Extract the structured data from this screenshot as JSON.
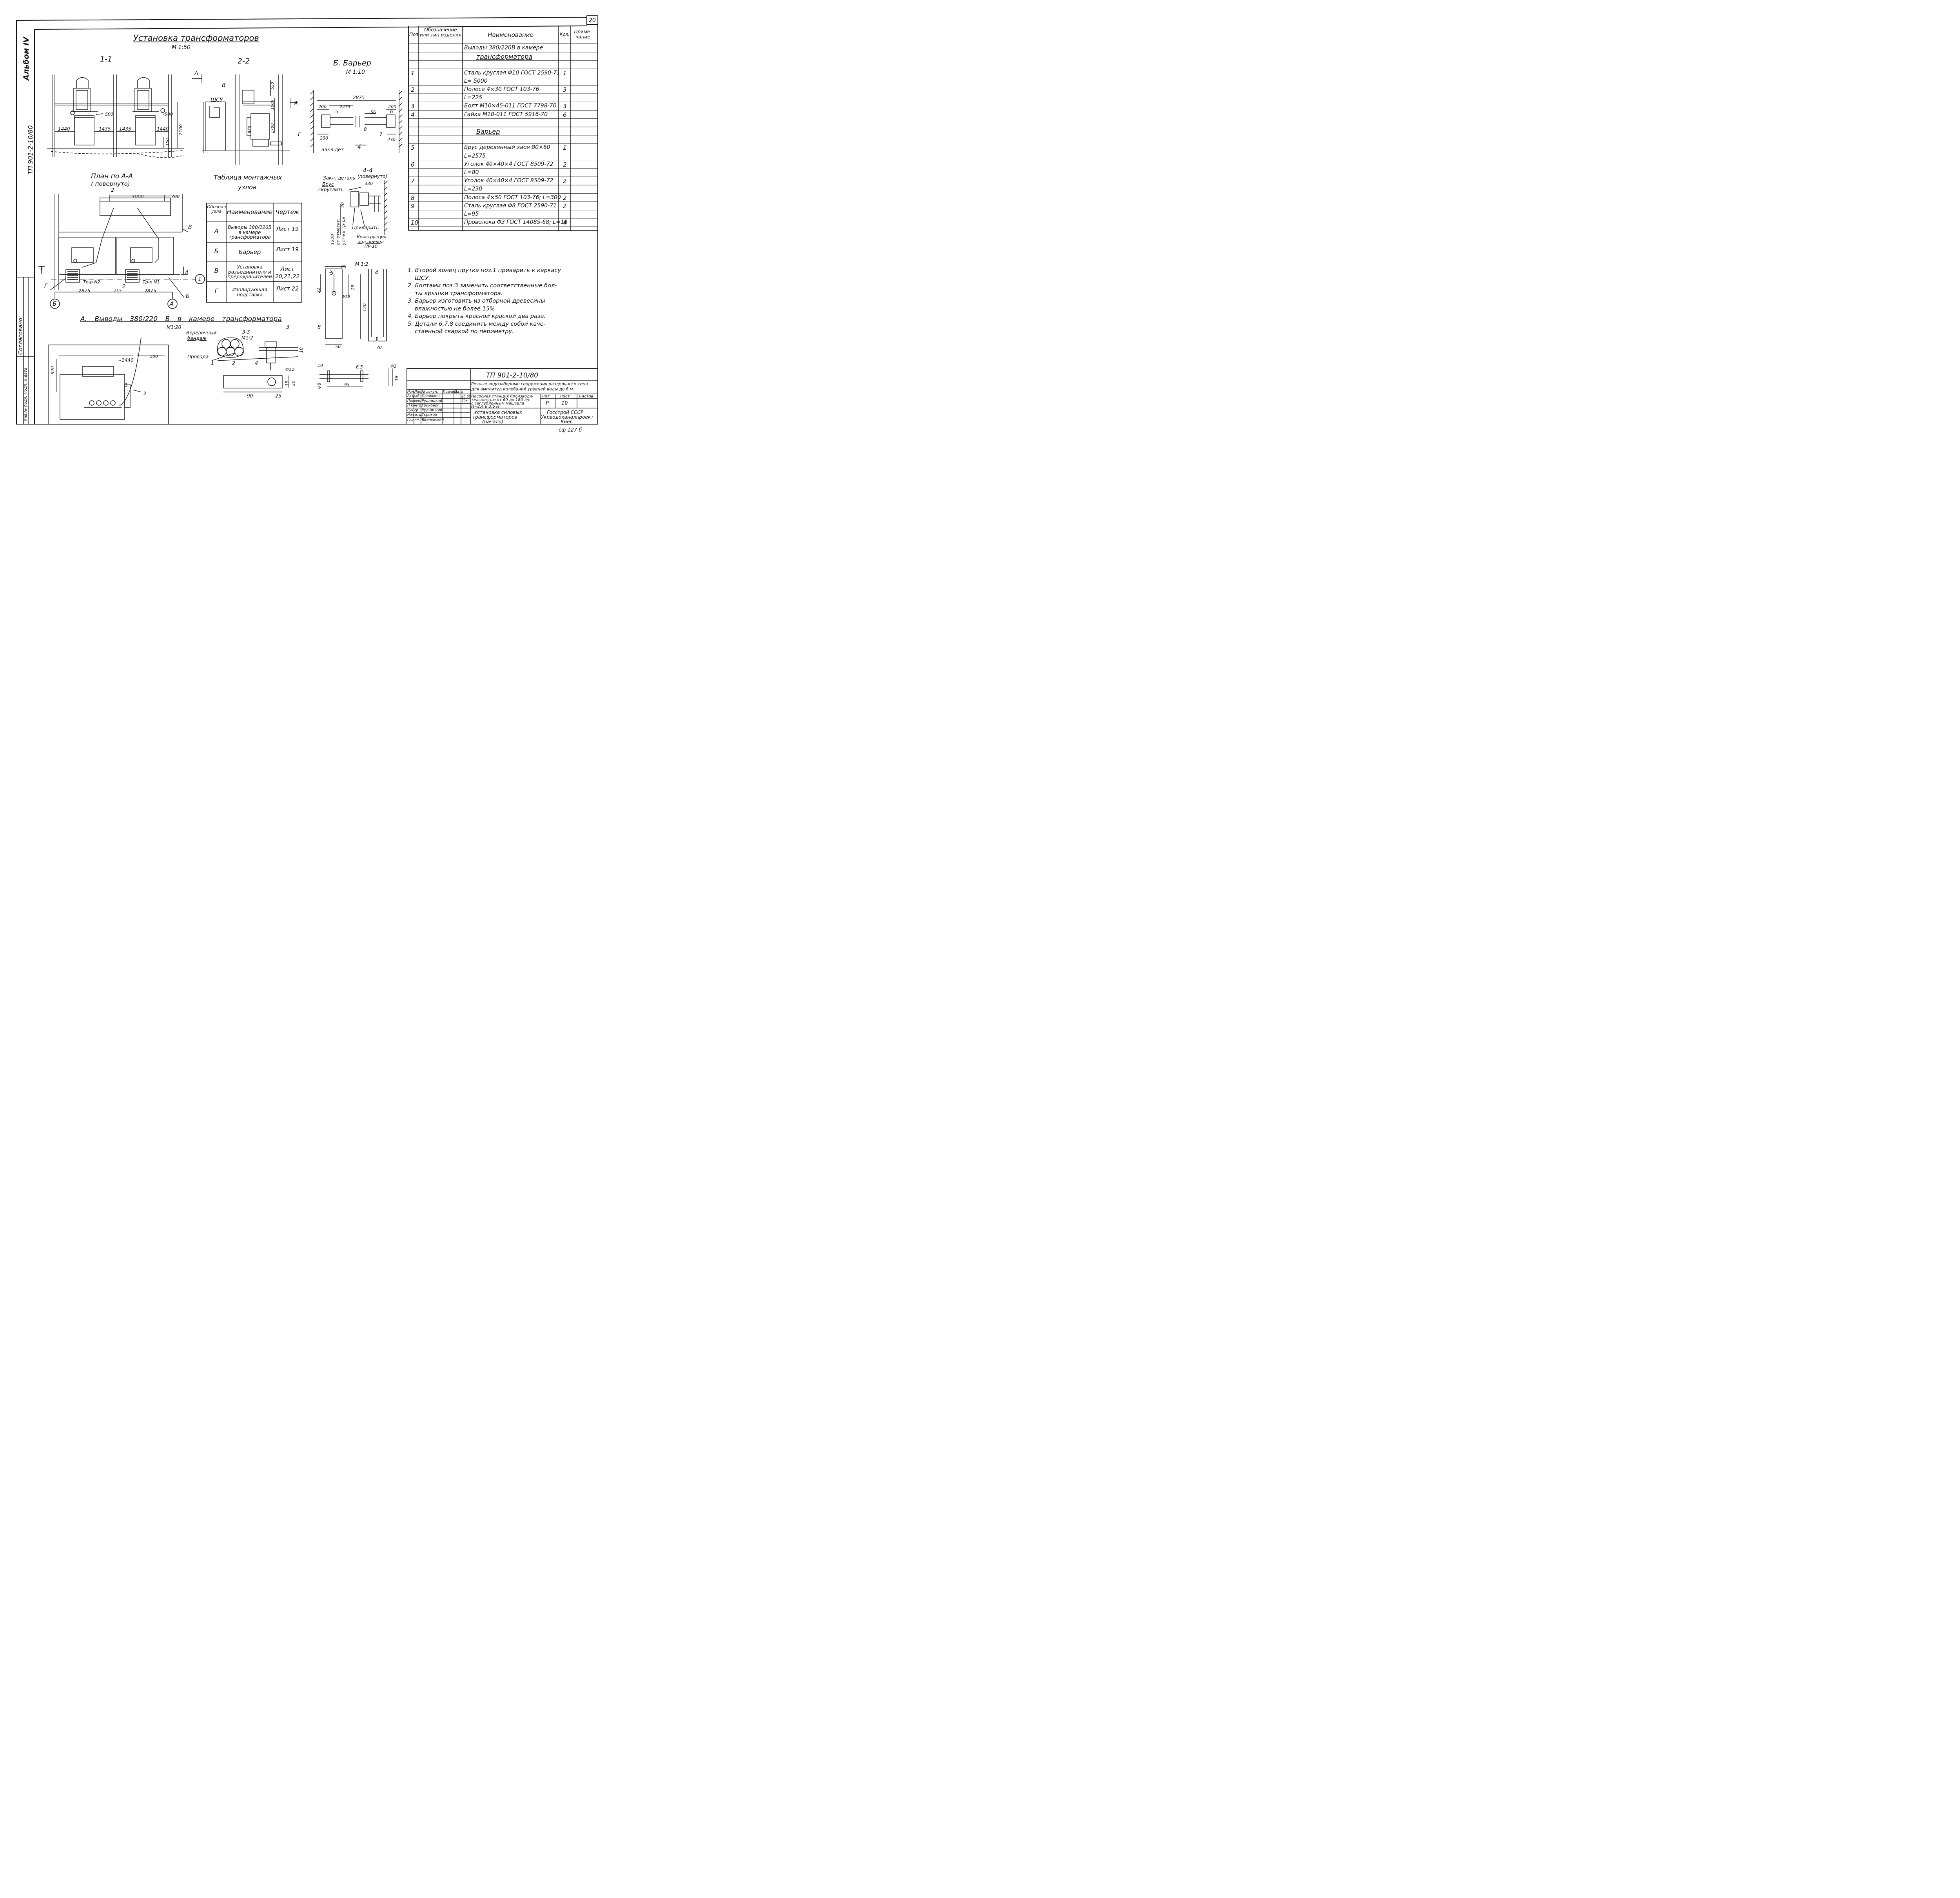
{
  "sheet": {
    "page_number": "20",
    "album": "Альбом IV",
    "side_code": "ТП 901-2-10/80",
    "footer_mark": "сф 127 б"
  },
  "views": {
    "main_title": "Установка трансформаторов",
    "main_scale": "М 1:50",
    "sec11": "1-1",
    "sec22": "2-2",
    "barrier_title": "Б. Барьер",
    "barrier_scale": "М 1:10",
    "plan_title": "План по А-А",
    "plan_sub": "( повернуто)",
    "sec44": "4-4",
    "sec44_sub": "(повернуто)",
    "outputs_title": "А. Выводы 380/220 В в камере трансформатора",
    "outputs_scale": "М1:20",
    "mount_title_1": "Таблица монтажных",
    "mount_title_2": "узлов",
    "detail_scale": "М 1:2",
    "sec33": "3-3",
    "sec33_scale": "М1:2"
  },
  "labels": {
    "a_arrow": "А",
    "scsu": "ЩСУ",
    "v": "В",
    "g": "Г",
    "b": "Б",
    "zakl_det": "Закл.дет",
    "zakl_detal": "Закл. деталь",
    "brus": "Брус",
    "skruglit": "скруглить",
    "privarit": "Приварить",
    "konstr1": "Конструкция",
    "konstr2": "под привод",
    "konstr3": "ПР-10",
    "otmetka1": "1220",
    "otmetka2": "от отметки",
    "otmetka3": "уст-ки тр-ра",
    "tr1": "Тр-р N2",
    "tr2": "Тр-р N1",
    "axis1": "1",
    "axisB": "Б",
    "axisA": "А",
    "verevochny1": "Веревочный",
    "verevochny2": "бандаж",
    "provoda": "Провода",
    "one": "1",
    "two": "2",
    "three": "3",
    "four": "4",
    "five": "5",
    "six": "6",
    "seven": "7",
    "eight": "8",
    "soglasovano": "Согласовано:",
    "inv": "Инв.№ подл.  Подп. и дата"
  },
  "dims": {
    "d500a": "500",
    "d500b": "500",
    "d1440a": "1440",
    "d1435a": "1435",
    "d1435b": "1435",
    "d1440b": "1440",
    "d2100": "2100",
    "d150": "150",
    "d550": "550",
    "d1000": "1000",
    "d1700": "1700",
    "d920": "920",
    "d2875": "2875",
    "d200a": "200",
    "d2475": "2475",
    "d200b": "200",
    "d56": "56",
    "d230a": "230",
    "d230b": "230",
    "d3000": "3000",
    "d700": "700",
    "d2875a": "2875",
    "d250": "250",
    "d2875b": "2875",
    "d330": "330",
    "d20": "20",
    "d85": "85",
    "d5": "5",
    "d22": "22",
    "d25": "25",
    "d120": "120",
    "d50": "50",
    "d70": "70",
    "dphi10": "Φ10",
    "d10": "10",
    "d65": "6.5",
    "dphi3": "Φ3",
    "d18": "18",
    "d95": "95",
    "dphi8": "Φ8",
    "d1440c": "~1440",
    "d500c": "500",
    "d920b": "920",
    "dphi12": "Φ12",
    "d90": "90",
    "d25b": "25",
    "d15": "15",
    "d30": "30",
    "d10b": "10"
  },
  "spec": {
    "headers": [
      "Поз",
      "Обозначение или тип изделия",
      "Наименование",
      "Кол.",
      "Приме-чание"
    ],
    "rows": [
      {
        "pos": "",
        "name": "Выводы 380/220В в камере",
        "qty": ""
      },
      {
        "pos": "",
        "name": "трансформатора",
        "qty": ""
      },
      {
        "pos": "",
        "name": "",
        "qty": ""
      },
      {
        "pos": "1",
        "name": "Сталь круглая Φ10 ГОСТ 2590-71",
        "qty": "1"
      },
      {
        "pos": "",
        "name": "L= 5000",
        "qty": ""
      },
      {
        "pos": "2",
        "name": "Полоса 4×30 ГОСТ 103-76",
        "qty": "3"
      },
      {
        "pos": "",
        "name": "L=225",
        "qty": ""
      },
      {
        "pos": "3",
        "name": "Болт М10×45-011 ГОСТ 7798-70",
        "qty": "3"
      },
      {
        "pos": "4",
        "name": "Гайка М10-011 ГОСТ 5916-70",
        "qty": "6"
      },
      {
        "pos": "",
        "name": "",
        "qty": ""
      },
      {
        "pos": "",
        "name": "Барьер",
        "qty": ""
      },
      {
        "pos": "",
        "name": "",
        "qty": ""
      },
      {
        "pos": "5",
        "name": "Брус деревянный хвоя 80×60",
        "qty": "1"
      },
      {
        "pos": "",
        "name": "L=2575",
        "qty": ""
      },
      {
        "pos": "6",
        "name": "Уголок 40×40×4 ГОСТ 8509-72",
        "qty": "2"
      },
      {
        "pos": "",
        "name": "L=80",
        "qty": ""
      },
      {
        "pos": "7",
        "name": "Уголок 40×40×4 ГОСТ 8509-72",
        "qty": "2"
      },
      {
        "pos": "",
        "name": "L=230",
        "qty": ""
      },
      {
        "pos": "8",
        "name": "Полоса 4×50 ГОСТ 103-76; L=300",
        "qty": "2"
      },
      {
        "pos": "9",
        "name": "Сталь круглая Φ8 ГОСТ 2590-71",
        "qty": "2"
      },
      {
        "pos": "",
        "name": "L=95",
        "qty": ""
      },
      {
        "pos": "10",
        "name": "Проволока Φ3 ГОСТ 14085-68; L=18",
        "qty": "4"
      }
    ]
  },
  "mount_table": {
    "headers": [
      "Обознач. узла",
      "Наименование",
      "Чертеж"
    ],
    "rows": [
      {
        "code": "А",
        "name": "Выводы 380/220В в камере трансформатора",
        "drawing": "Лист 19"
      },
      {
        "code": "Б",
        "name": "Барьер",
        "drawing": "Лист 19"
      },
      {
        "code": "В",
        "name": "Установка разъединителя и предохранителей",
        "drawing": "Лист 20,21,22"
      },
      {
        "code": "Г",
        "name": "Изолирующая подставка",
        "drawing": "Лист 22"
      }
    ]
  },
  "notes": [
    "1. Второй конец прутка поз.1 приварить к каркасу",
    "ЩСУ.",
    "2. Болтами поз.3 заменить соответственные бол-",
    "ты крышки трансформатора.",
    "3. Барьер изготовить из отборной древесины",
    "влажностью не более 15%",
    "4. Барьер покрыть красной краской два раза.",
    "5. Детали 6,7,8 соединить между собой каче-",
    "ственной сваркой по периметру."
  ],
  "stamp": {
    "code": "ТП 901-2-10/80",
    "object1": "Речные водозаборные сооружения раздельного типа",
    "object2": "для амплитуд колебаний уровней воды до 6 м.",
    "station1": "Насосная станция производи-",
    "station2": "тельностью от 60 до 180 л/с",
    "station3": "с заглубленным машзала",
    "station4": "Н=2,4 и 3,6 м",
    "sheet_title1": "Установка силовых",
    "sheet_title2": "трансформаторов",
    "sheet_title3": "(начало)",
    "stage_h": "Лит",
    "sheet_h": "Лист",
    "sheets_h": "Листов",
    "stage": "Р",
    "sheet": "19",
    "org1": "Госстрой СССР",
    "org2": "Укрводоканалпроект",
    "org3": "Киев",
    "col_heads": [
      "Изм",
      "Лист",
      "№ докум.",
      "Подпись",
      "Дата"
    ],
    "people": [
      {
        "role": "Разраб.",
        "name": "Павлович"
      },
      {
        "role": "Провер.",
        "name": "Рудницкий"
      },
      {
        "role": "Н.контр.",
        "name": "Гринберг"
      },
      {
        "role": "Рук.гр.",
        "name": "Рудницкий"
      },
      {
        "role": "Нач.отд.",
        "name": "Терехов"
      },
      {
        "role": "Гл.инж.пр.",
        "name": "Ивановский"
      }
    ],
    "date1": "25.06",
    "date2": "79г."
  }
}
